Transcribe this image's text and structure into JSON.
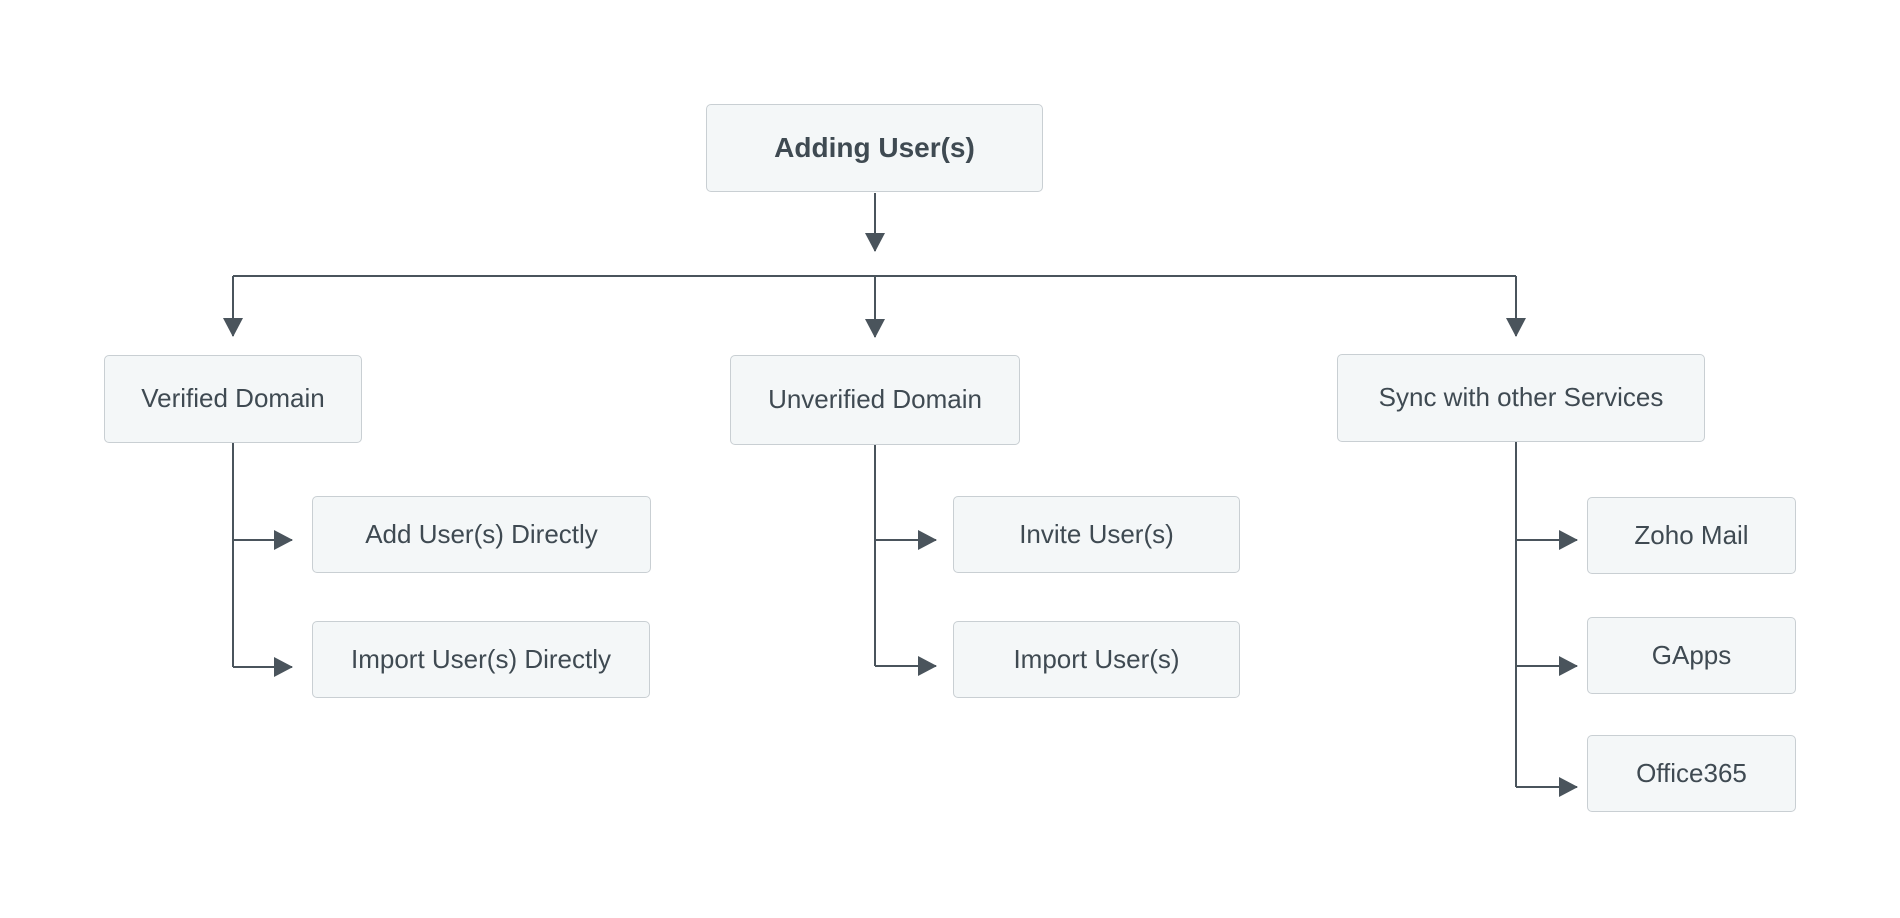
{
  "diagram": {
    "type": "flowchart",
    "root": {
      "label": "Adding User(s)"
    },
    "branches": [
      {
        "label": "Verified Domain",
        "children": [
          {
            "label": "Add User(s) Directly"
          },
          {
            "label": "Import User(s) Directly"
          }
        ]
      },
      {
        "label": "Unverified Domain",
        "children": [
          {
            "label": "Invite User(s)"
          },
          {
            "label": "Import User(s)"
          }
        ]
      },
      {
        "label": "Sync with other Services",
        "children": [
          {
            "label": "Zoho Mail"
          },
          {
            "label": "GApps"
          },
          {
            "label": "Office365"
          }
        ]
      }
    ],
    "colors": {
      "background": "#ffffff",
      "node_fill": "#f4f7f8",
      "node_border": "#c9cfd3",
      "text": "#3f4a52",
      "connector": "#4a545c"
    }
  }
}
